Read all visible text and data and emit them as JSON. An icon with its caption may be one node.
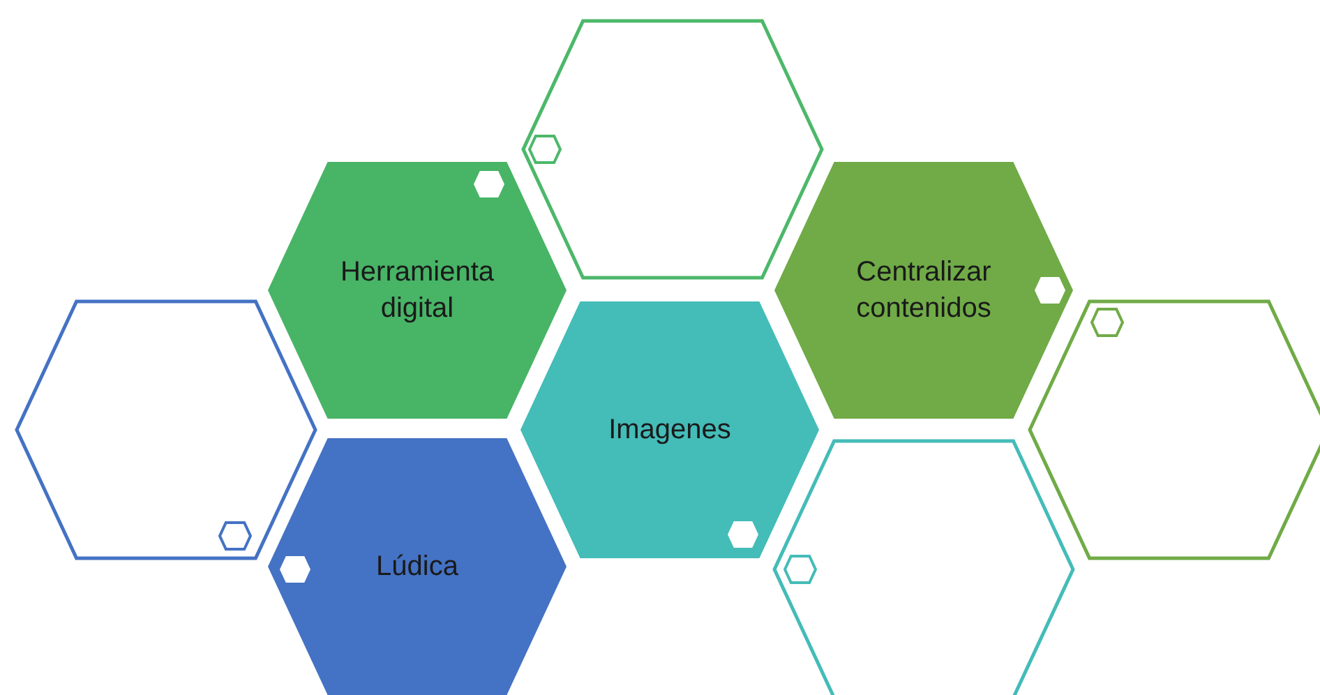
{
  "diagram": {
    "nodes": [
      {
        "text": [],
        "shape": "hexagon"
      },
      {
        "text": [
          "Herramienta digital"
        ]
      },
      {
        "text": [
          "Centralizar contenidos"
        ]
      },
      {
        "text": [],
        "shape": "hexagon"
      },
      {
        "text": [
          "Imagenes"
        ]
      },
      {
        "text": [],
        "shape": "hexagon"
      },
      {
        "text": [
          "Lúdica"
        ]
      },
      {
        "text": [],
        "shape": "hexagon"
      }
    ]
  }
}
